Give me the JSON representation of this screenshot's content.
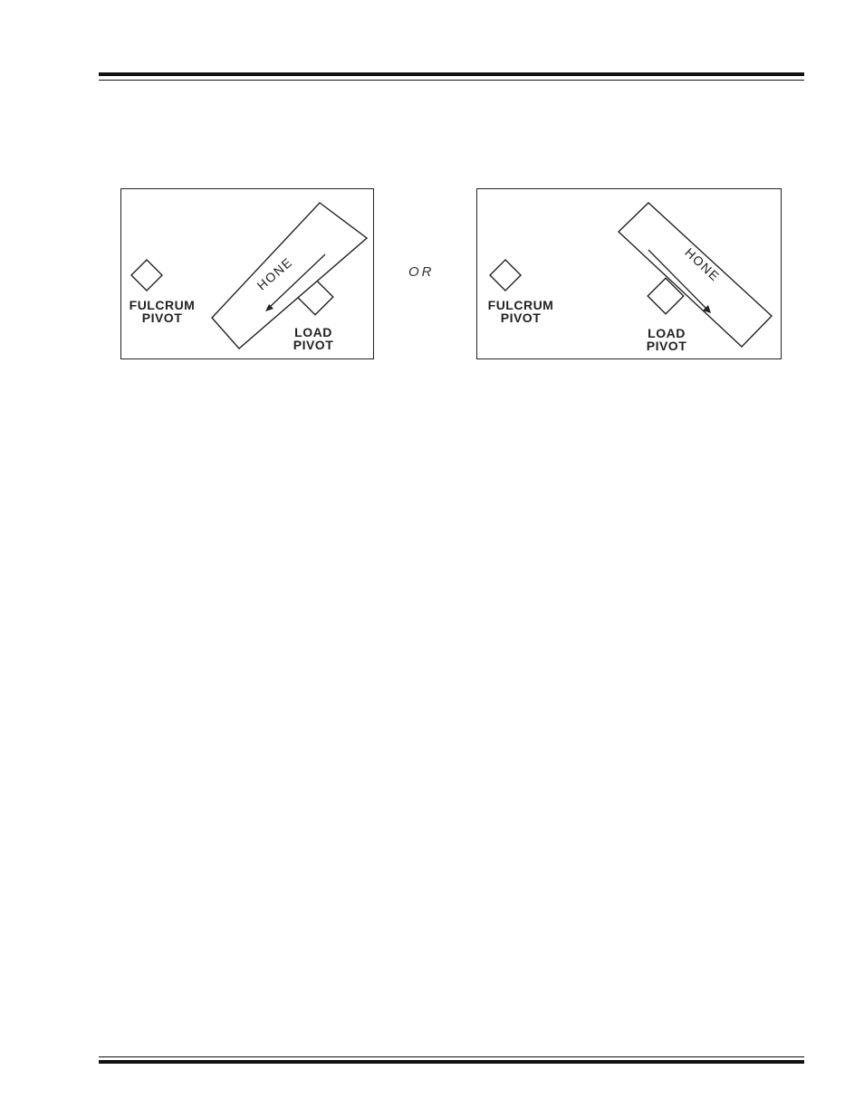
{
  "figure": {
    "left_panel": {
      "hone_label": "HONE",
      "fulcrum_label_line1": "FULCRUM",
      "fulcrum_label_line2": "PIVOT",
      "load_label_line1": "LOAD",
      "load_label_line2": "PIVOT"
    },
    "separator_text": "OR",
    "right_panel": {
      "hone_label": "HONE",
      "fulcrum_label_line1": "FULCRUM",
      "fulcrum_label_line2": "PIVOT",
      "load_label_line1": "LOAD",
      "load_label_line2": "PIVOT"
    }
  }
}
